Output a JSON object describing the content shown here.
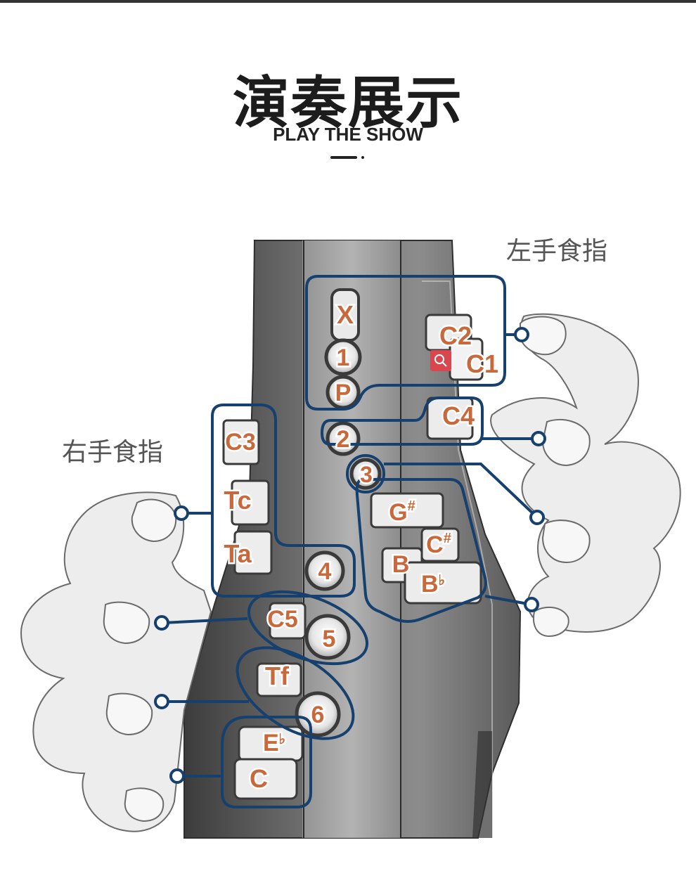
{
  "header": {
    "title": "演奏展示",
    "subtitle": "PLAY THE SHOW"
  },
  "labels": {
    "left_hand_index": "左手食指",
    "right_hand_index": "右手食指"
  },
  "keys": {
    "x": "X",
    "k1": "1",
    "p": "P",
    "c2": "C2",
    "c1": "C1",
    "c4": "C4",
    "k2": "2",
    "k3": "3",
    "c3": "C3",
    "tc": "Tc",
    "ta": "Ta",
    "k4": "4",
    "gsharp": "G",
    "gsharp_acc": "#",
    "csharp": "C",
    "csharp_acc": "#",
    "b": "B",
    "bflat": "B",
    "bflat_acc": "♭",
    "c5": "C5",
    "k5": "5",
    "tf": "Tf",
    "k6": "6",
    "eflat": "E",
    "eflat_acc": "♭",
    "c": "C"
  },
  "colors": {
    "accent": "#16406e",
    "key_text": "#c9683a",
    "body_dark": "#4a4a4a",
    "body_mid": "#8a8a8a",
    "hand_fill": "#ededed",
    "hand_stroke": "#6b6b6b"
  }
}
